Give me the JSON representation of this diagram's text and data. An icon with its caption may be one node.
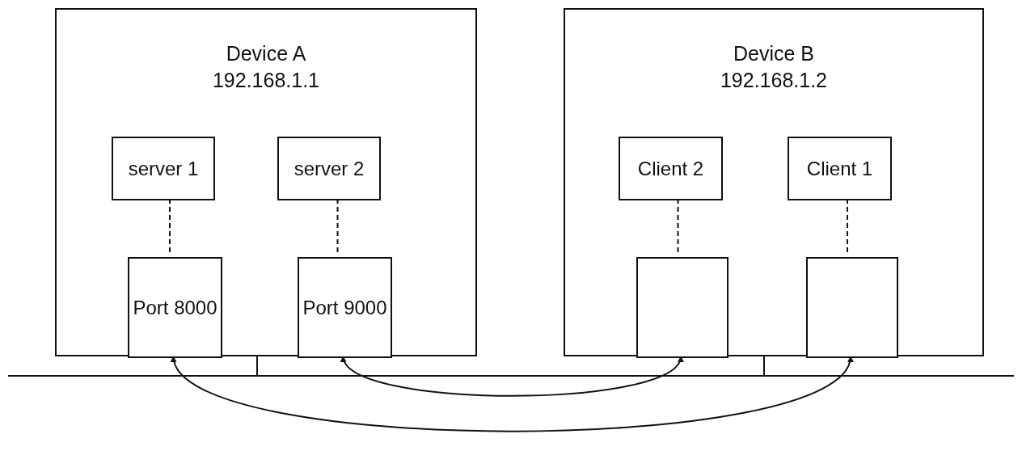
{
  "diagram": {
    "nodes": [
      {
        "text": [
          "Device A 192.168.1.1"
        ]
      },
      {
        "text": [
          "server 1"
        ],
        "in": 0
      },
      {
        "text": [
          "server 2"
        ],
        "in": 0
      },
      {
        "text": [
          "Port 8000"
        ],
        "in": 0
      },
      {
        "text": [
          "Port 9000"
        ],
        "in": 0
      },
      {
        "text": [
          "Device B 192.168.1.2"
        ]
      },
      {
        "text": [
          "Client 2"
        ],
        "in": 5
      },
      {
        "text": [
          "Client 1"
        ],
        "in": 5
      },
      {
        "text": [],
        "shape": "box",
        "in": 5
      },
      {
        "text": [],
        "shape": "box",
        "in": 5
      },
      {
        "text": [],
        "shape": "line"
      }
    ],
    "edges": [
      {
        "from": 1,
        "to": 3,
        "arrow": "none",
        "style": "dashed"
      },
      {
        "from": 2,
        "to": 4,
        "arrow": "none",
        "style": "dashed"
      },
      {
        "from": 6,
        "to": 8,
        "arrow": "none",
        "style": "dashed"
      },
      {
        "from": 7,
        "to": 9,
        "arrow": "none",
        "style": "dashed"
      },
      {
        "from": 0,
        "to": 10,
        "arrow": "none"
      },
      {
        "from": 5,
        "to": 10,
        "arrow": "none"
      },
      {
        "from": 4,
        "to": 8,
        "arrow": "both"
      },
      {
        "from": 3,
        "to": 9,
        "arrow": "both"
      }
    ]
  }
}
